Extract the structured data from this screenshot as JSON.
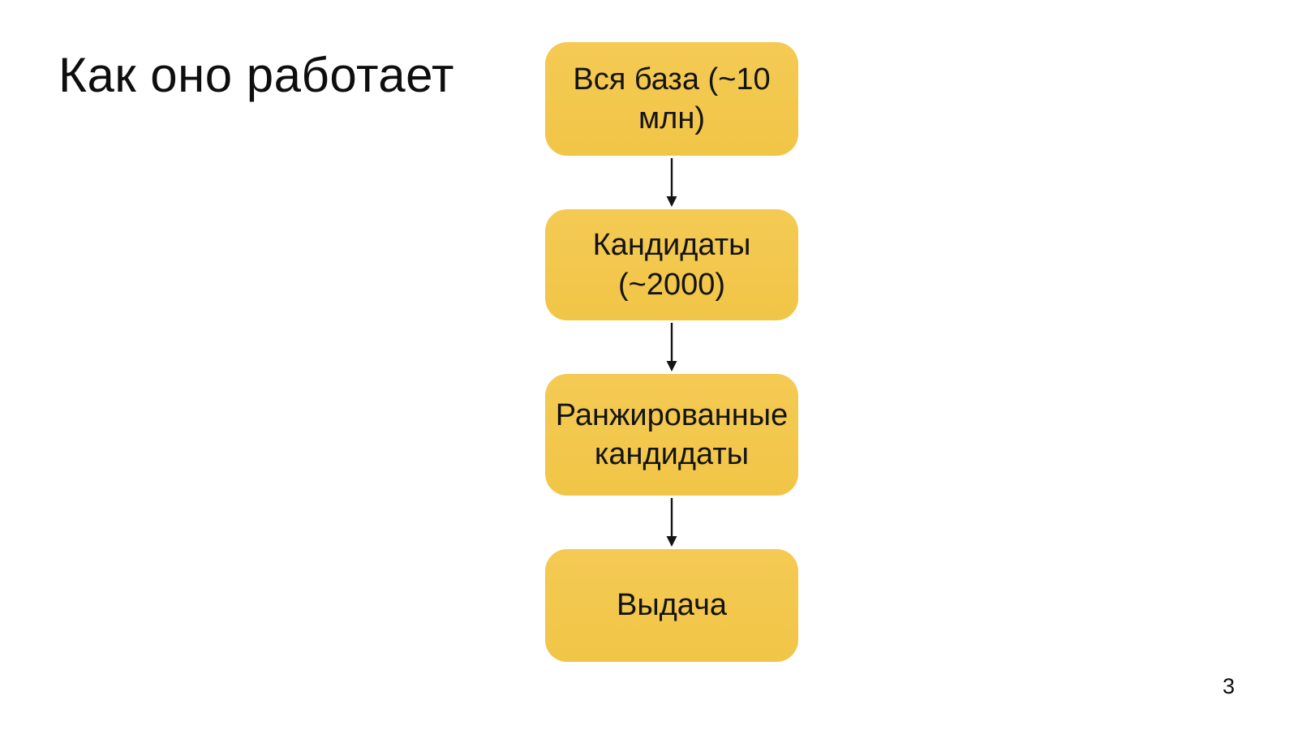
{
  "slide": {
    "title": "Как оно работает",
    "page_number": "3",
    "background_color": "#FFFFFF"
  },
  "flowchart": {
    "nodes": [
      {
        "label": "Вся база (~10 млн)"
      },
      {
        "label": "Кандидаты (~2000)"
      },
      {
        "label": "Ранжированные кандидаты"
      },
      {
        "label": "Выдача"
      }
    ],
    "connector": "arrow-down",
    "node_fill_color": "#F2C84D",
    "node_text_color": "#131313",
    "arrow_color": "#141414"
  }
}
